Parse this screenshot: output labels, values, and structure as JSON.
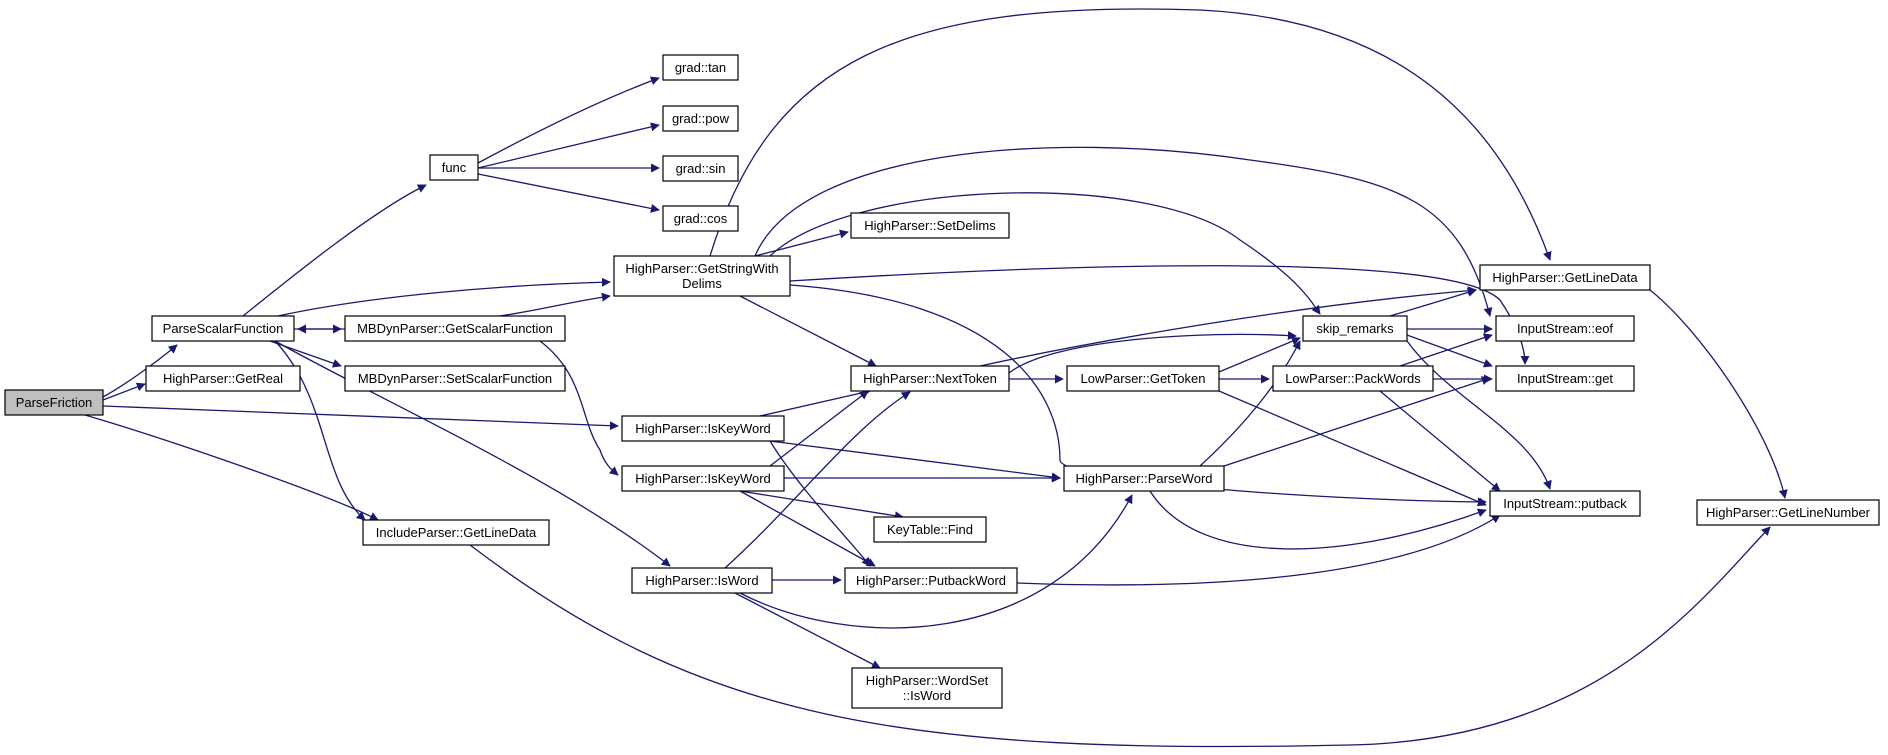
{
  "colors": {
    "edge": "#191970",
    "node_border": "#000000",
    "root_fill": "#bfbfbf",
    "node_fill": "#ffffff"
  },
  "nodes": {
    "ParseFriction": [
      "ParseFriction"
    ],
    "ParseScalarFunction": [
      "ParseScalarFunction"
    ],
    "HighParserGetReal": [
      "HighParser::GetReal"
    ],
    "IncludeParserGetLineData": [
      "IncludeParser::GetLineData"
    ],
    "HighParserIsKeyWord1": [
      "HighParser::IsKeyWord"
    ],
    "func": [
      "func"
    ],
    "gradTan": [
      "grad::tan"
    ],
    "gradPow": [
      "grad::pow"
    ],
    "gradSin": [
      "grad::sin"
    ],
    "gradCos": [
      "grad::cos"
    ],
    "GetStringWithDelims": [
      "HighParser::GetStringWith",
      "Delims"
    ],
    "MBDynGetScalarFunction": [
      "MBDynParser::GetScalarFunction"
    ],
    "MBDynSetScalarFunction": [
      "MBDynParser::SetScalarFunction"
    ],
    "HighParserIsKeyWord2": [
      "HighParser::IsKeyWord"
    ],
    "HighParserIsWord": [
      "HighParser::IsWord"
    ],
    "HighParserSetDelims": [
      "HighParser::SetDelims"
    ],
    "HighParserNextToken": [
      "HighParser::NextToken"
    ],
    "KeyTableFind": [
      "KeyTable::Find"
    ],
    "HighParserPutbackWord": [
      "HighParser::PutbackWord"
    ],
    "WordSetIsWord": [
      "HighParser::WordSet",
      "::IsWord"
    ],
    "LowParserGetToken": [
      "LowParser::GetToken"
    ],
    "HighParserParseWord": [
      "HighParser::ParseWord"
    ],
    "skipRemarks": [
      "skip_remarks"
    ],
    "LowParserPackWords": [
      "LowParser::PackWords"
    ],
    "HighParserGetLineData": [
      "HighParser::GetLineData"
    ],
    "InputStreamEof": [
      "InputStream::eof"
    ],
    "InputStreamGet": [
      "InputStream::get"
    ],
    "InputStreamPutback": [
      "InputStream::putback"
    ],
    "HighParserGetLineNumber": [
      "HighParser::GetLineNumber"
    ]
  }
}
